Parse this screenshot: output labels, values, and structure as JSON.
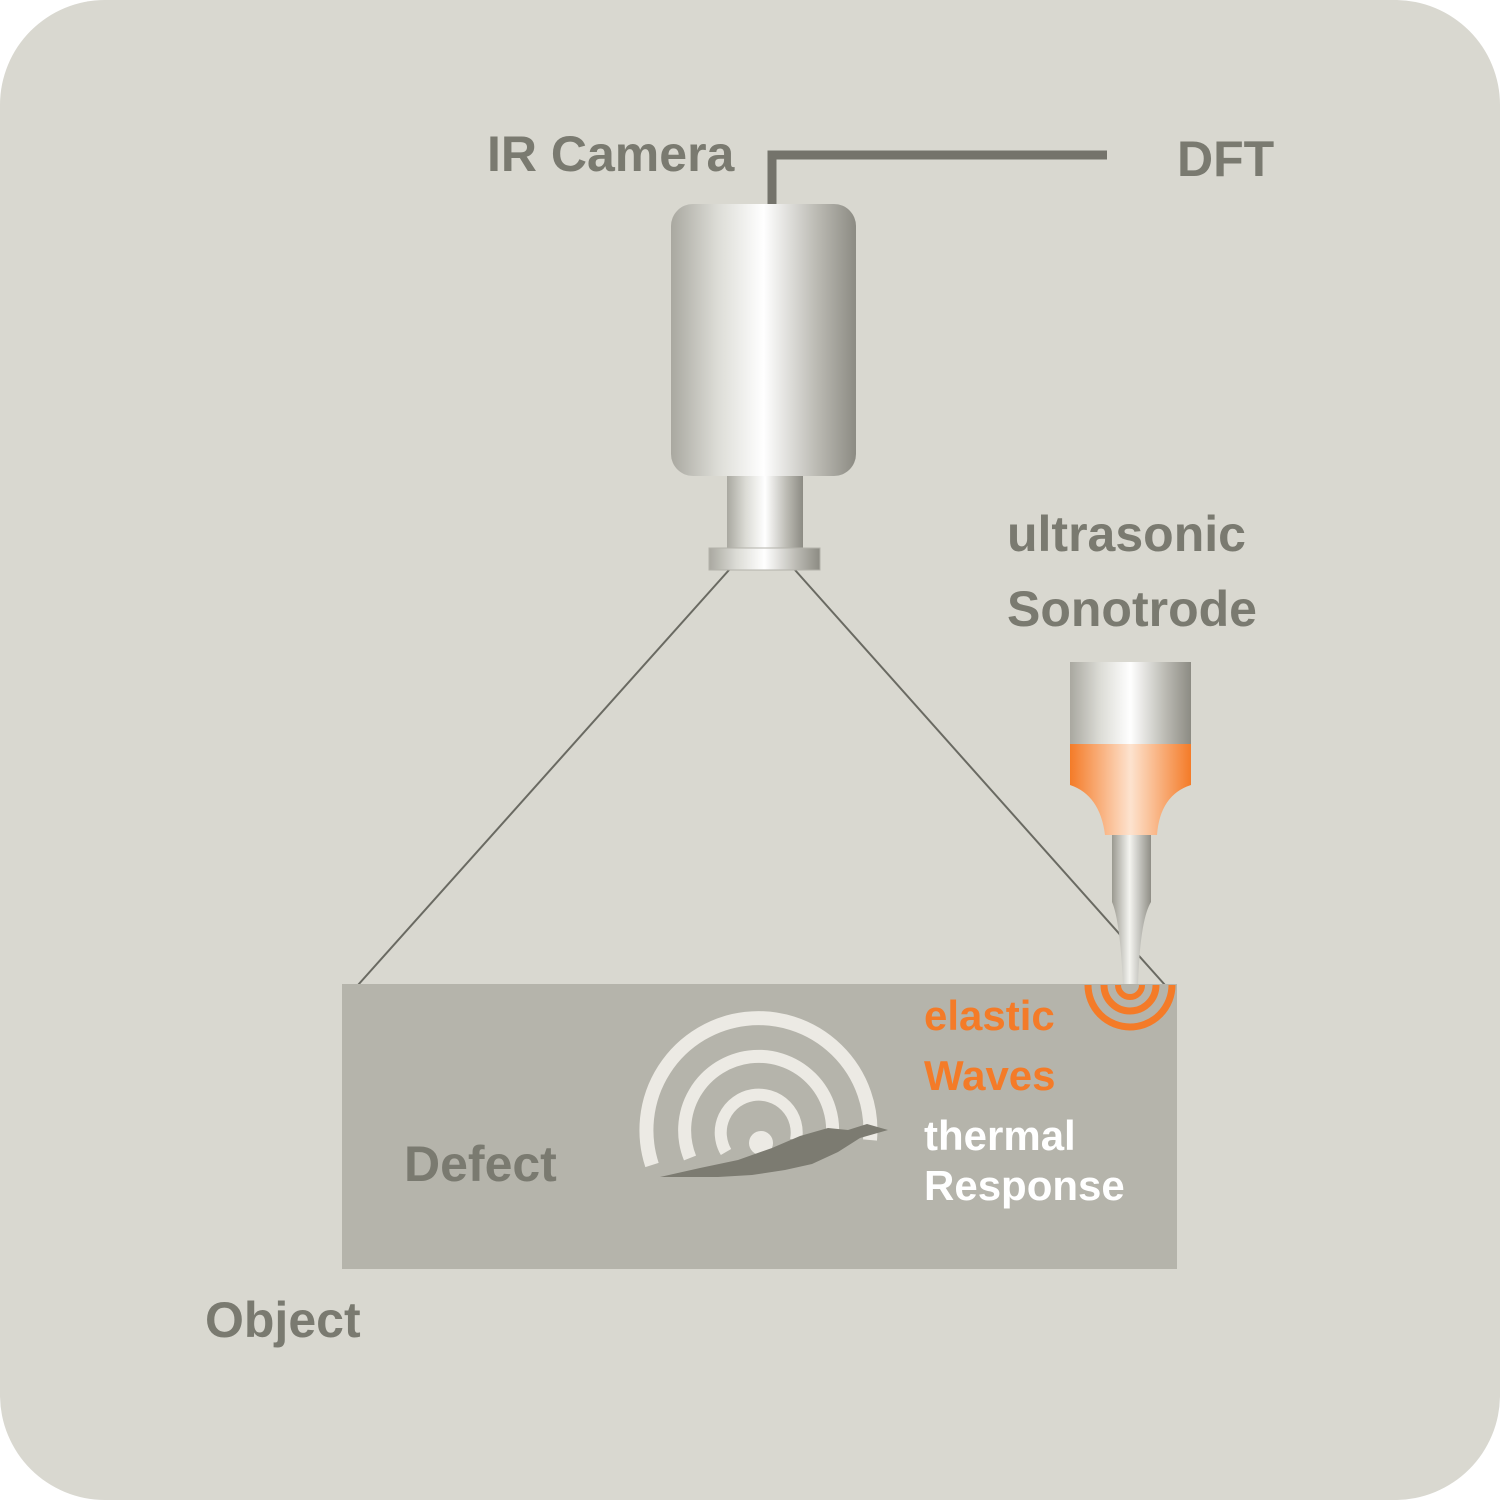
{
  "labels": {
    "ir_camera": "IR Camera",
    "dft": "DFT",
    "ultrasonic": "ultrasonic",
    "sonotrode": "Sonotrode",
    "elastic": "elastic",
    "waves": "Waves",
    "thermal": "thermal",
    "response": "Response",
    "defect": "Defect",
    "object": "Object"
  },
  "colors": {
    "background": "#d9d8d0",
    "label_gray": "#7a7a70",
    "object_fill": "#b5b4ab",
    "accent_orange": "#f47b28",
    "thermal_white": "#ffffff",
    "wave_light": "#eceae4",
    "defect_dark": "#7c7b71",
    "cable": "#74736b",
    "fov_line": "#6a6a62"
  }
}
